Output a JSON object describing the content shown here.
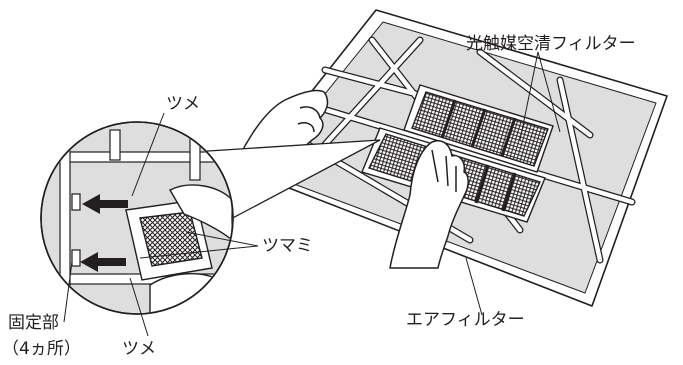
{
  "labels": {
    "photocatalyst_filter": "光触媒空清フィルター",
    "tab_top": "ツメ",
    "knob": "ツマミ",
    "fixing_part": "固定部",
    "fixing_count": "（4ヵ所）",
    "tab_bottom": "ツメ",
    "air_filter": "エアフィルター"
  },
  "colors": {
    "line": "#231f20",
    "fill_gray": "#dedede",
    "fill_mid": "#cfcfcf",
    "mesh_dark": "#3a3a3a",
    "background": "#ffffff"
  },
  "icons": [
    "hand-icon",
    "arrow-left-icon",
    "mesh-filter-icon"
  ]
}
